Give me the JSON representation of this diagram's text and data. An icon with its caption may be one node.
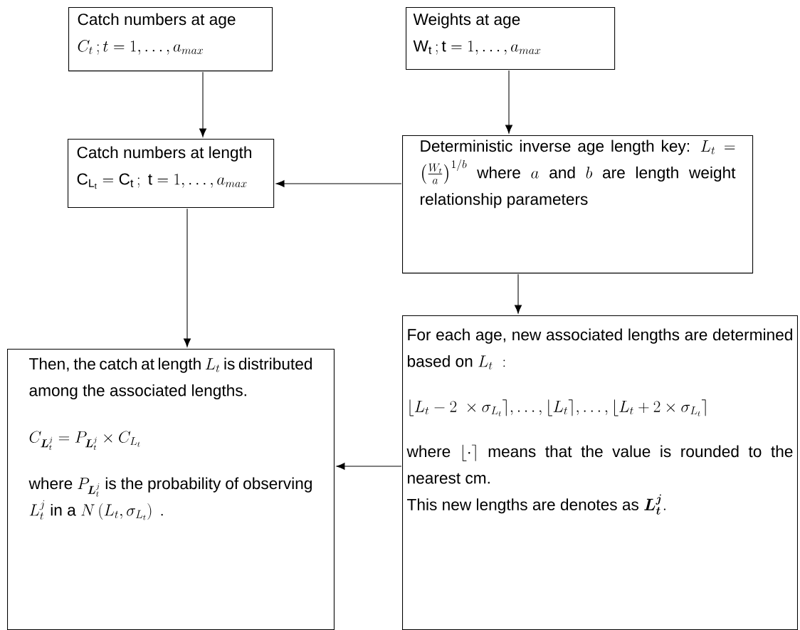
{
  "diagram": {
    "nodes": [
      {
        "text": [
          "Catch numbers at age",
          "C_t\\,;t=1,\\dots,a_{max}"
        ]
      },
      {
        "text": [
          "Weights at age",
          "\\mathrm{W}_\\mathrm{t}\\,;\\mathrm{t}=1,\\dots,a_{max}"
        ]
      },
      {
        "text": [
          "Catch numbers at length",
          "\\mathrm{C}_{\\mathrm{L}_\\mathrm{t}}=\\mathrm{C}_\\mathrm{t}\\,;\\ \\mathrm{t}=1,\\dots,a_{max}"
        ]
      },
      {
        "text": [
          "Deterministic inverse age length key:",
          "L_t=\\left(\\frac{W_t}{a}\\right)^{1/b}",
          "where",
          "a",
          "and",
          "b",
          "are length weight relationship parameters"
        ]
      },
      {
        "text": [
          "Then, the catch at length",
          "L_t",
          "is distributed among the associated lengths.",
          "C_{\\boldsymbol{L}_t^j}=P_{\\boldsymbol{L}_t^j}\\times C_{L_t}",
          "where",
          "P_{\\boldsymbol{L}_t^j}",
          "is the probability of observing",
          "L_t^j",
          "in a",
          "N\\left(L_t,\\sigma_{L_t}\\right)\\ ."
        ]
      },
      {
        "text": [
          "For each age, new associated lengths are determined based on",
          "L_t\\ :",
          "\\lfloor L_t-2\\ \\times\\sigma_{L_t}\\rceil,\\dots,\\lfloor L_t\\rceil,\\dots,\\lfloor L_t+2\\times\\sigma_{L_t}\\rceil",
          "where",
          "\\lfloor\\cdot\\rceil",
          "means that the value is rounded to the nearest cm.",
          "This new lengths are denotes as",
          "\\boldsymbol{L}_{\\boldsymbol{t}}^{\\boldsymbol{j}}."
        ]
      }
    ],
    "edges": [
      {
        "from": 0,
        "to": 2,
        "arrow": "to"
      },
      {
        "from": 1,
        "to": 3,
        "arrow": "to"
      },
      {
        "from": 3,
        "to": 2,
        "arrow": "to"
      },
      {
        "from": 2,
        "to": 4,
        "arrow": "to"
      },
      {
        "from": 3,
        "to": 5,
        "arrow": "to"
      },
      {
        "from": 5,
        "to": 4,
        "arrow": "to"
      }
    ]
  }
}
